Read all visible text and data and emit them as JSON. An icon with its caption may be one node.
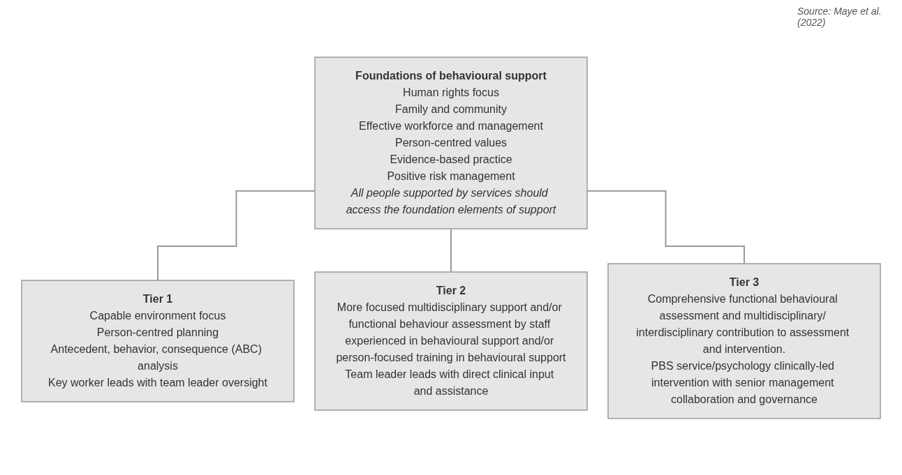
{
  "diagram": {
    "nodes": [
      {
        "text": [
          "Foundations of behavioural support",
          "Human rights focus",
          "Family and community",
          "Effective workforce and management",
          "Person-centred values",
          "Evidence-based practice",
          "Positive risk management",
          "All people supported by services should access the foundation elements of support"
        ]
      },
      {
        "text": [
          "Tier 1",
          "Capable environment focus",
          "Person-centred planning",
          "Antecedent, behavior, consequence (ABC) analysis",
          "Key worker leads with team leader oversight"
        ]
      },
      {
        "text": [
          "Tier 2",
          "More focused multidisciplinary support and/or functional behaviour assessment by staff experienced in behavioural support and/or person-focused training in behavioural support",
          "Team leader leads with direct clinical input and assistance"
        ]
      },
      {
        "text": [
          "Tier 3",
          "Comprehensive functional behavioural assessment and multidisciplinary/ interdisciplinary contribution to assessment and intervention.",
          "PBS service/psychology clinically-led intervention with senior management collaboration and governance"
        ]
      }
    ],
    "edges": [
      {
        "from": 0,
        "to": 1,
        "arrow": "none"
      },
      {
        "from": 0,
        "to": 2,
        "arrow": "none"
      },
      {
        "from": 0,
        "to": 3,
        "arrow": "none"
      }
    ],
    "labels": [
      "Source: Maye et al. (2022)"
    ]
  }
}
